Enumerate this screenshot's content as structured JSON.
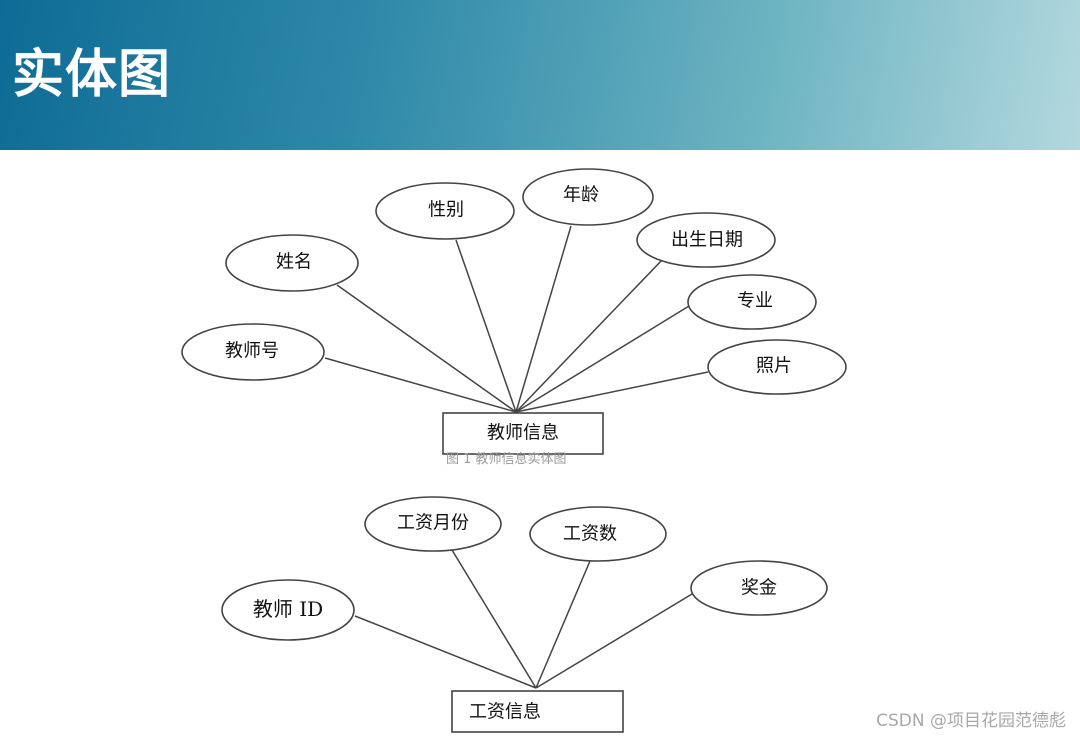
{
  "header": {
    "title": "实体图"
  },
  "diagram1": {
    "entity": "教师信息",
    "attributes": [
      "教师号",
      "姓名",
      "性别",
      "年龄",
      "出生日期",
      "专业",
      "照片"
    ]
  },
  "caption_ghost": "图 1 教师信息实体图",
  "diagram2": {
    "entity": "工资信息",
    "attributes": [
      "教师 ID",
      "工资月份",
      "工资数",
      "奖金"
    ]
  },
  "watermark": "CSDN @项目花园范德彪"
}
